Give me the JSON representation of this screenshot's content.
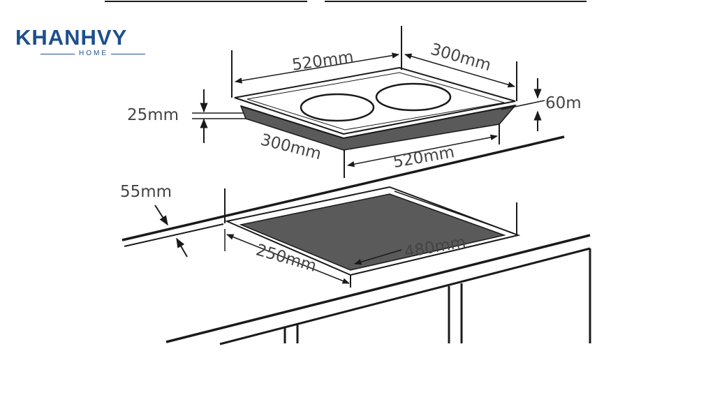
{
  "brand": {
    "name": "KHANHVY",
    "sub": "HOME",
    "color": "#1d4f8c"
  },
  "dimensions": {
    "top_width": "520mm",
    "top_depth": "300mm",
    "height_right": "60m",
    "glass_thickness": "25mm",
    "front_depth": "300mm",
    "front_width": "520mm",
    "counter_thickness": "55mm",
    "cutout_width": "480mm",
    "cutout_depth": "250mm"
  },
  "colors": {
    "line": "#1a1a1a",
    "fill_dark": "#5a5a5a",
    "text": "#444444"
  }
}
